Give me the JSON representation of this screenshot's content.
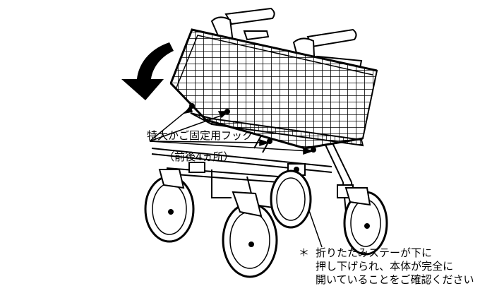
{
  "callouts": {
    "hook_label": "特大かご固定用フック",
    "hook_sublabel": "（前後4ヵ所）"
  },
  "note": {
    "mark": "＊",
    "line1": "折りたたみステーが下に",
    "line2": "押し下げられ、本体が完全に",
    "line3": "開いていることをご確認ください"
  }
}
